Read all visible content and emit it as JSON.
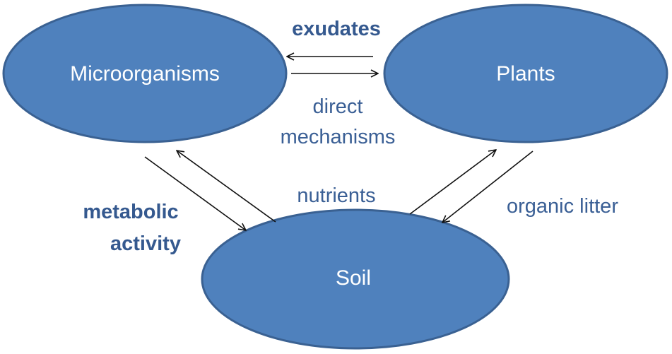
{
  "colors": {
    "node_fill": "#4f81bd",
    "node_stroke": "#3a6192",
    "label_text": "#3a5f95",
    "arrow": "#111111"
  },
  "nodes": {
    "microorganisms": "Microorganisms",
    "plants": "Plants",
    "soil": "Soil"
  },
  "edges": {
    "exudates": "exudates",
    "direct_mechanisms_line1": "direct",
    "direct_mechanisms_line2": "mechanisms",
    "nutrients": "nutrients",
    "organic_litter": "organic litter",
    "metabolic_activity_line1": "metabolic",
    "metabolic_activity_line2": "activity"
  }
}
